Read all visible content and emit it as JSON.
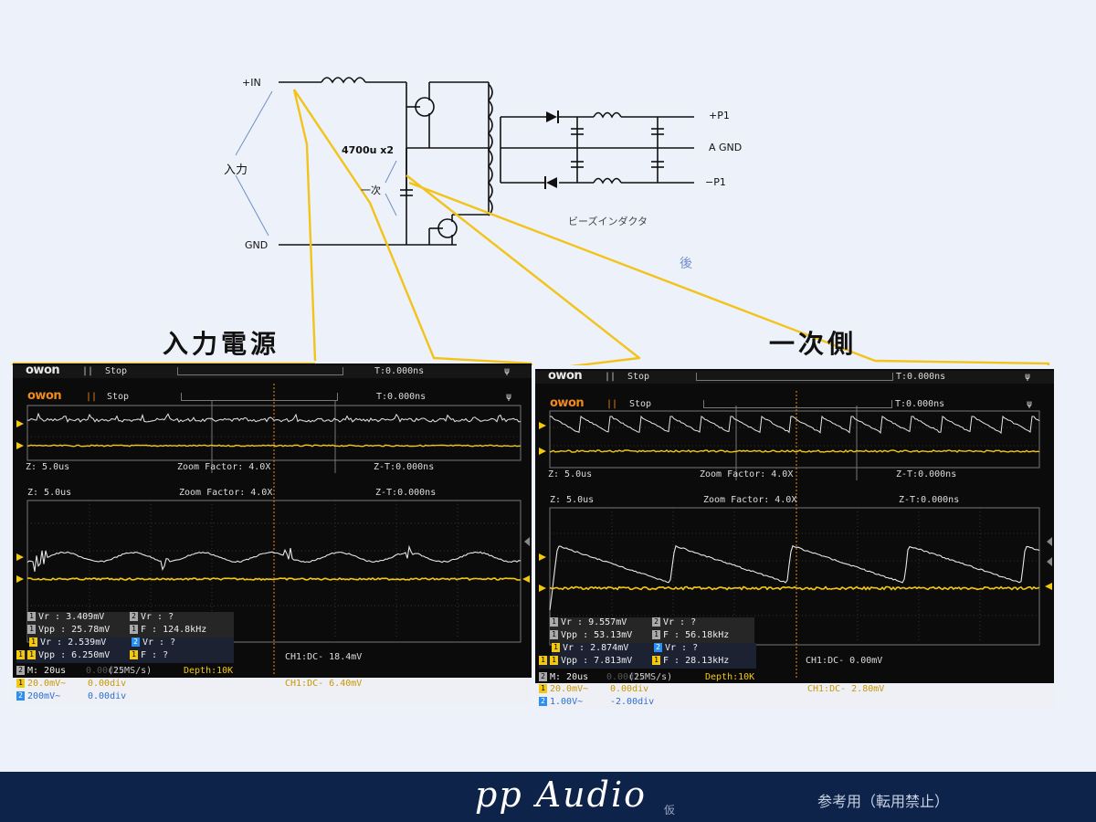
{
  "schematic": {
    "input_pos": "+IN",
    "input_gnd": "GND",
    "input_label": "入力",
    "capacitor": "4700u x2",
    "primary_label": "一次",
    "out_pos": "+P1",
    "out_gnd": "A GND",
    "out_neg": "−P1",
    "bead_label": "ビーズインダクタ",
    "after_label": "後"
  },
  "annotations": {
    "left_title": "入力電源",
    "right_title": "一次側",
    "highlight_color": "#f2c31a"
  },
  "scope_left": {
    "logo": "owon",
    "stop": "Stop",
    "trigger_time": "T:0.000ns",
    "zoom_span": "Z: 5.0us",
    "zoom_factor": "Zoom Factor: 4.0X",
    "zoom_t": "Z-T:0.000ns",
    "meas_back": [
      {
        "ch": "1",
        "text": "Vr : 3.409mV",
        "ch2": "2",
        "text2": "Vr :    ?"
      },
      {
        "ch": "1",
        "text": "Vpp : 25.78mV",
        "ch2": "1",
        "text2": "F : 124.8kHz"
      }
    ],
    "meas_front": [
      {
        "ch": "1",
        "text": "Vr : 2.539mV",
        "ch2": "2",
        "text2": "Vr :    ?"
      },
      {
        "ch": "1",
        "text": "Vpp : 6.250mV",
        "ch2": "1",
        "text2": "F :    ?"
      }
    ],
    "timebase": "M: 20us",
    "sample_rate": "(25MS/s)",
    "depth": "Depth:10K",
    "trig_back": "CH1:DC- 18.4mV",
    "trig_front": "CH1:DC- 6.40mV",
    "ch1_scale": "20.0mV~",
    "ch1_offset": "0.00div",
    "ch2_scale": "200mV~",
    "ch2_offset": "0.00div",
    "ghost_offset": "0.00div"
  },
  "scope_right": {
    "logo": "owon",
    "stop": "Stop",
    "trigger_time": "T:0.000ns",
    "zoom_span": "Z: 5.0us",
    "zoom_factor": "Zoom Factor: 4.0X",
    "zoom_t": "Z-T:0.000ns",
    "meas_back": [
      {
        "ch": "1",
        "text": "Vr : 9.557mV",
        "ch2": "2",
        "text2": "Vr :    ?"
      },
      {
        "ch": "1",
        "text": "Vpp : 53.13mV",
        "ch2": "1",
        "text2": "F : 56.18kHz"
      }
    ],
    "meas_front": [
      {
        "ch": "1",
        "text": "Vr : 2.874mV",
        "ch2": "2",
        "text2": "Vr :    ?"
      },
      {
        "ch": "1",
        "text": "Vpp : 7.813mV",
        "ch2": "1",
        "text2": "F : 28.13kHz"
      }
    ],
    "timebase": "M: 20us",
    "sample_rate": "(25MS/s)",
    "depth": "Depth:10K",
    "trig_back": "CH1:DC- 0.00mV",
    "trig_front": "CH1:DC- 2.80mV",
    "ch1_scale": "20.0mV~",
    "ch1_offset": "0.00div",
    "ch2_scale": "1.00V~",
    "ch2_offset": "-2.00div",
    "ghost_offset": "0.00div"
  },
  "footer": {
    "brand": "pp Audio",
    "brand_sub": "仮",
    "copyright": "参考用（転用禁止）"
  }
}
